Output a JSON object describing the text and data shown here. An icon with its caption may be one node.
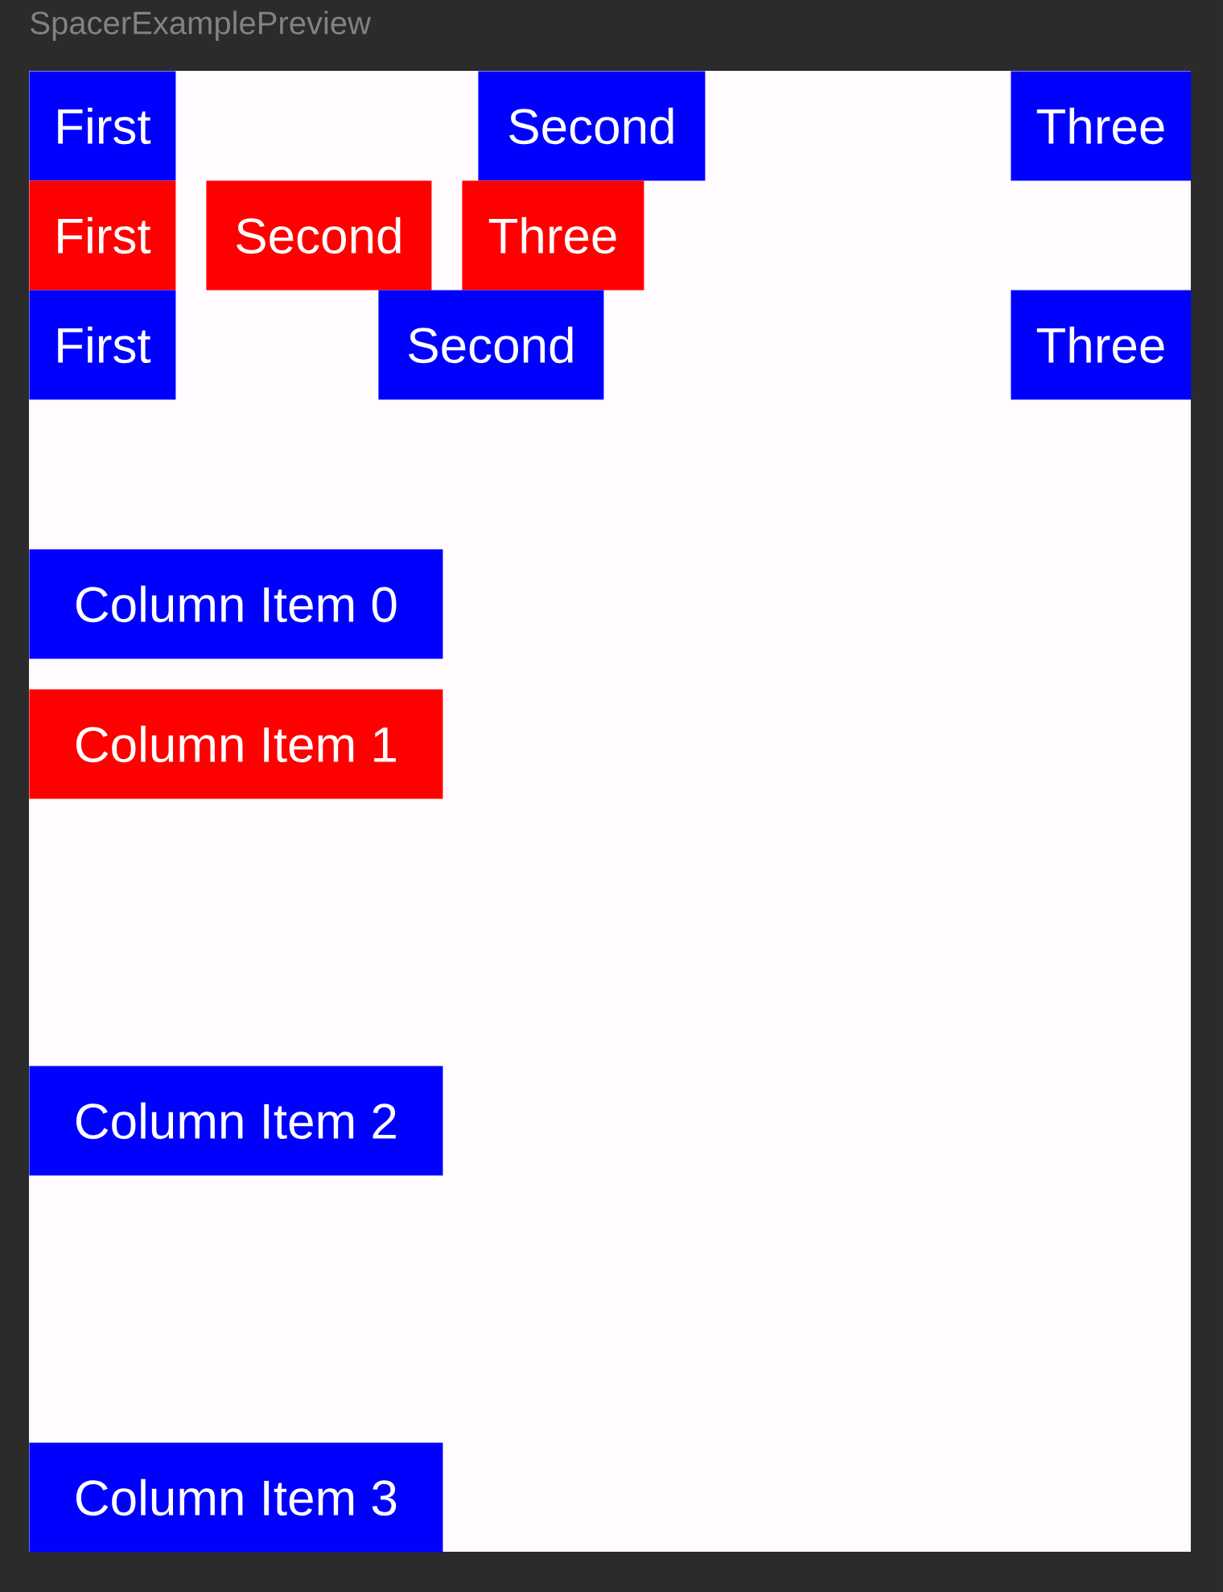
{
  "diagram": {
    "title": "SpacerExamplePreview",
    "nodes": [
      {
        "text": [
          "First"
        ]
      },
      {
        "text": [
          "Second"
        ]
      },
      {
        "text": [
          "Three"
        ]
      },
      {
        "text": [
          "First"
        ]
      },
      {
        "text": [
          "Second"
        ]
      },
      {
        "text": [
          "Three"
        ]
      },
      {
        "text": [
          "First"
        ]
      },
      {
        "text": [
          "Second"
        ]
      },
      {
        "text": [
          "Three"
        ]
      },
      {
        "text": [
          "Column Item 0"
        ]
      },
      {
        "text": [
          "Column Item 1"
        ]
      },
      {
        "text": [
          "Column Item 2"
        ]
      },
      {
        "text": [
          "Column Item 3"
        ]
      }
    ]
  }
}
